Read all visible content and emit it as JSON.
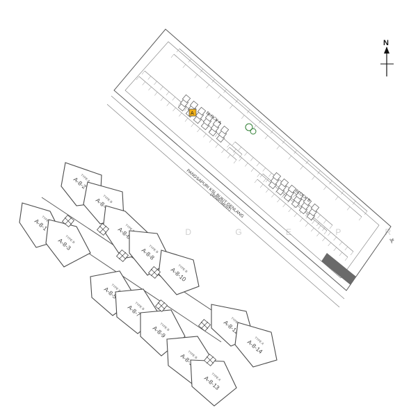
{
  "compass": {
    "label": "N"
  },
  "road_label": "PANGSAPURI KSL BUKIT GENLANG",
  "road_sublabel": "(APARTMENT)",
  "block_label_upper": "BLOCK A",
  "block_label_lower": "BLOCK B",
  "block_letter": "A",
  "watermark": "E D G E P R O P",
  "units": [
    {
      "id": "A-8-1",
      "type": "TYPE A",
      "highlighted": false
    },
    {
      "id": "A-8-2",
      "type": "TYPE A",
      "highlighted": false
    },
    {
      "id": "A-8-3",
      "type": "TYPE B",
      "highlighted": false
    },
    {
      "id": "A-8-4",
      "type": "TYPE B",
      "highlighted": false
    },
    {
      "id": "A-8-5",
      "type": "TYPE B",
      "highlighted": false
    },
    {
      "id": "A-8-6",
      "type": "TYPE B",
      "highlighted": true
    },
    {
      "id": "A-8-7",
      "type": "TYPE B",
      "highlighted": false
    },
    {
      "id": "A-8-8",
      "type": "TYPE B",
      "highlighted": false
    },
    {
      "id": "A-8-9",
      "type": "TYPE B",
      "highlighted": false
    },
    {
      "id": "A-8-10",
      "type": "TYPE B",
      "highlighted": false
    },
    {
      "id": "A-8-11",
      "type": "TYPE B",
      "highlighted": false
    },
    {
      "id": "A-8-12",
      "type": "TYPE B",
      "highlighted": false
    },
    {
      "id": "A-8-13",
      "type": "TYPE A",
      "highlighted": false
    },
    {
      "id": "A-8-14",
      "type": "TYPE A",
      "highlighted": false
    }
  ],
  "colors": {
    "highlight": "#e01a1a",
    "block_marker": "#f2b21a"
  }
}
